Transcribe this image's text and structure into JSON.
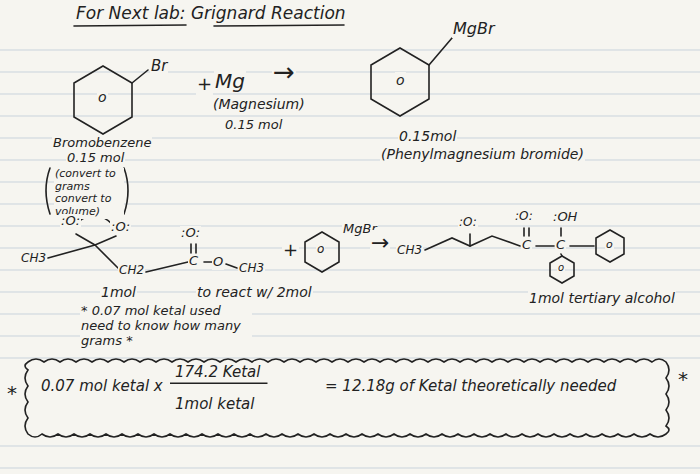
{
  "diagram": {
    "title": "For Next lab: Grignard Reaction",
    "nodes": [
      {
        "text": [
          "0.07 mol ketal x",
          "174.2 Ketal",
          "1mol ketal",
          "= 12.18g of Ketal theoretically needed"
        ]
      }
    ],
    "labels": [
      "Br",
      "o",
      "+",
      "Mg",
      "(Magnesium)",
      "0.15 mol",
      "→",
      "MgBr",
      "o",
      "Bromobenzene",
      "0.15 mol",
      "(convert to grams convert to volume)",
      "0.15mol",
      "(Phenylmagnesium bromide)",
      ":O:",
      ":O:",
      ":O:",
      "CH3",
      "CH2",
      "C",
      "O",
      "CH3",
      "+",
      "o",
      "MgBr",
      "→",
      "CH3",
      ":O:",
      ":O:",
      ":OH",
      "C",
      "C",
      "o",
      "o",
      "1mol",
      "to react w/ 2mol",
      "1mol tertiary alcohol",
      "* 0.07 mol ketal used need to know how many grams *",
      "*",
      "*"
    ]
  }
}
